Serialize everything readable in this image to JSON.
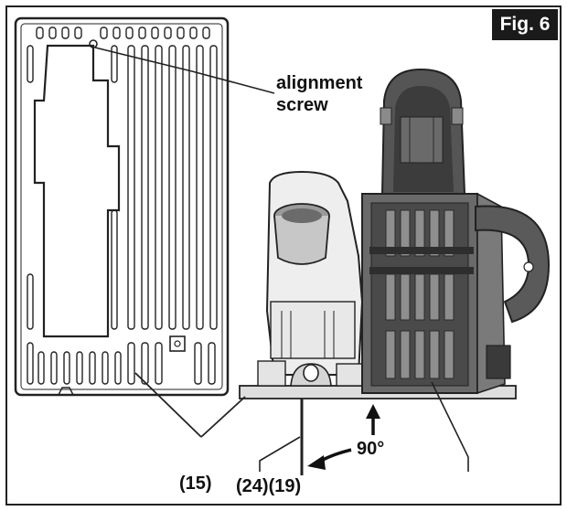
{
  "figure": {
    "badge": "Fig. 6",
    "labels": {
      "alignment": "alignment",
      "screw": "screw",
      "angle": "90°",
      "part15": "(15)",
      "part24_19": "(24)(19)"
    }
  }
}
